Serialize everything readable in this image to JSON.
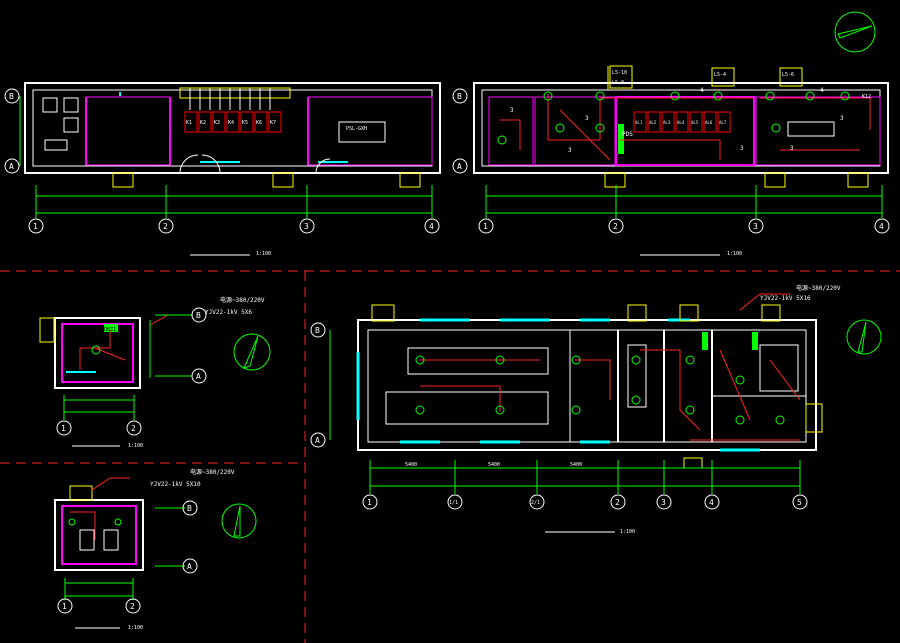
{
  "colors": {
    "background": "#000000",
    "wall": "#ffffff",
    "partition": "#ff00ff",
    "window": "#00ffff",
    "dimension": "#00ff00",
    "grid_bubble": "#ffffff",
    "wiring": "#ff2a2a",
    "panel": "#00ff00",
    "fixture": "#ffff00",
    "divider": "#ff2222",
    "note_text": "#ffffff"
  },
  "plan_top_left": {
    "axis_rows": [
      "B",
      "A"
    ],
    "axis_cols": [
      "1",
      "2",
      "3",
      "4"
    ],
    "scale": "1:100",
    "panel_cells": [
      "K1",
      "K2",
      "K3",
      "K4",
      "K5",
      "K6",
      "K7"
    ],
    "equipment_label": "PSL-GXH"
  },
  "plan_top_right": {
    "axis_rows": [
      "B",
      "A"
    ],
    "axis_cols": [
      "1",
      "2",
      "3",
      "4"
    ],
    "scale": "1:100",
    "pds_label": "PDS",
    "panel_cells": [
      "AL1",
      "AL2",
      "AL3",
      "AL4",
      "AL5",
      "AL6",
      "AL7"
    ],
    "annotations": [
      "L5-10",
      "L5-8",
      "L5-4",
      "L5-6",
      "K12"
    ],
    "wire_counts": [
      "3",
      "3",
      "4",
      "3",
      "3",
      "3",
      "4",
      "3"
    ]
  },
  "plan_mid_left": {
    "cable_spec": "YJV22-1kV  5X6",
    "voltage_note": "电源~380/220V",
    "panel_label": "DBZ1",
    "axis_rows": [
      "B",
      "A"
    ],
    "axis_cols": [
      "1",
      "2"
    ],
    "scale": "1:100"
  },
  "plan_bottom_left": {
    "cable_spec": "YJV22-1kV  5X10",
    "voltage_note": "电源~380/220V",
    "axis_rows": [
      "B",
      "A"
    ],
    "axis_cols": [
      "1",
      "2"
    ],
    "scale": "1:100"
  },
  "plan_right": {
    "cable_spec": "YJV22-1kV  5X16",
    "voltage_note": "电源~380/220V",
    "axis_rows": [
      "B",
      "A"
    ],
    "axis_cols": [
      "1",
      "1/1",
      "2/1",
      "2",
      "3",
      "4",
      "5"
    ],
    "dimension_spans": [
      "5400",
      "5400",
      "5400"
    ],
    "scale": "1:100"
  }
}
